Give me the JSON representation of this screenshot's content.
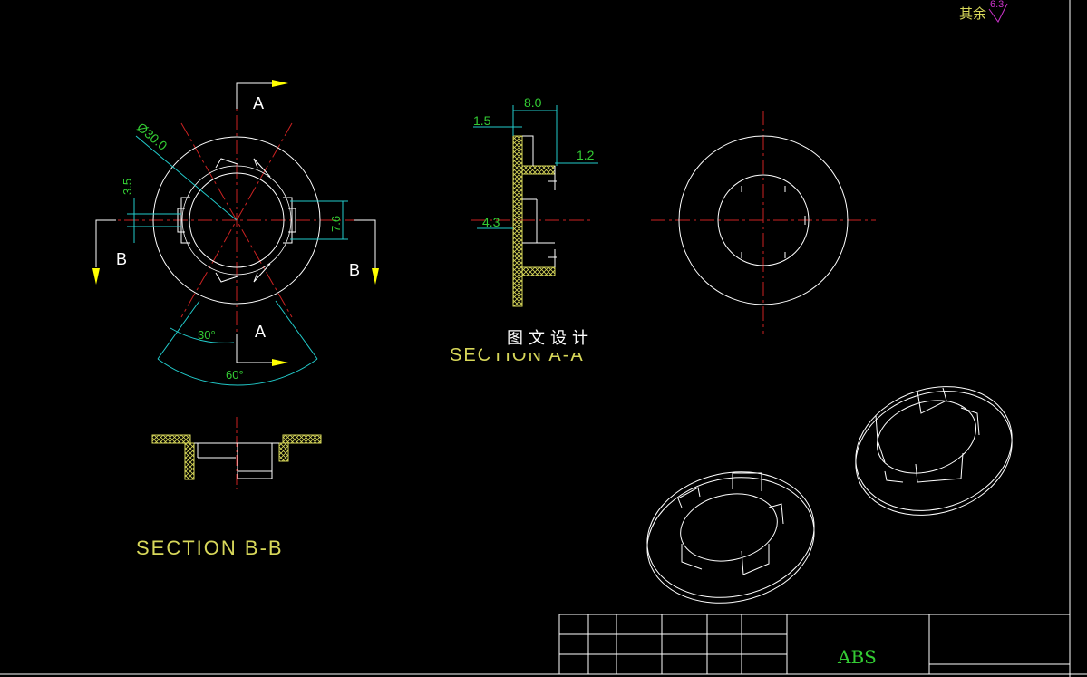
{
  "surface_finish": {
    "text": "其余",
    "value": "6.3"
  },
  "front_view": {
    "section_mark_top": "A",
    "section_mark_bottom": "A",
    "section_mark_left": "B",
    "section_mark_right": "B",
    "dim_diameter": "Ø30.0",
    "dim_3_5": "3.5",
    "dim_7_6": "7.6",
    "angle_30": "30°",
    "angle_60": "60°"
  },
  "section_aa": {
    "dim_8_0": "8.0",
    "dim_1_5": "1.5",
    "dim_1_2": "1.2",
    "dim_4_3": "4.3",
    "caption": "SECTION A-A"
  },
  "section_bb": {
    "caption": "SECTION B-B"
  },
  "watermark": "图文设计",
  "title_block": {
    "material": "ABS"
  },
  "colors": {
    "green": "#33cc33",
    "yellow": "#d8d85a",
    "red": "#cc2222",
    "cyan": "#22cccc",
    "white": "#ffffff",
    "magenta": "#cc33cc"
  }
}
